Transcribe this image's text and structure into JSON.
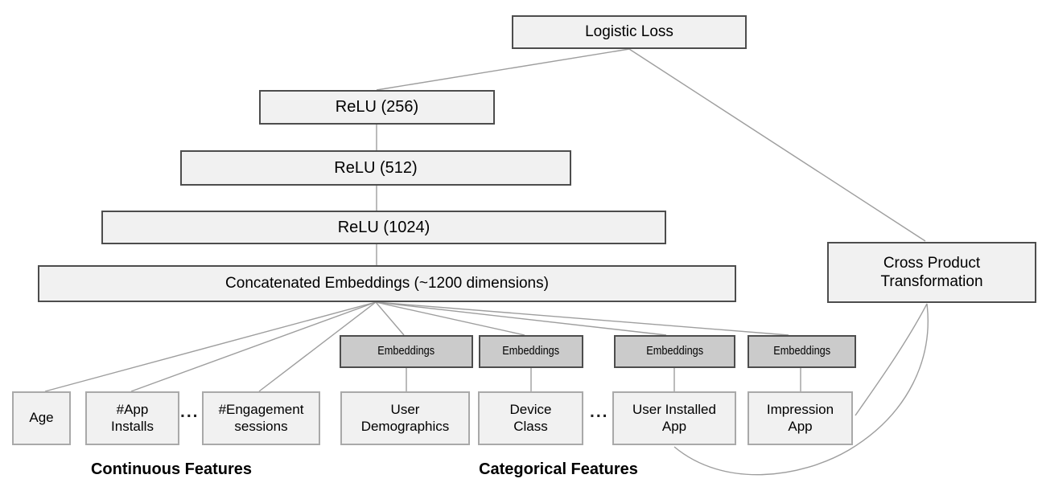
{
  "nodes": {
    "logistic_loss": "Logistic Loss",
    "relu_256": "ReLU (256)",
    "relu_512": "ReLU (512)",
    "relu_1024": "ReLU (1024)",
    "concatenated_embeddings": "Concatenated Embeddings (~1200 dimensions)",
    "cross_product_transformation": "Cross Product Transformation",
    "embeddings": "Embeddings",
    "age": "Age",
    "app_installs": "#App Installs",
    "engagement_sessions": "#Engagement sessions",
    "user_demographics": "User Demographics",
    "device_class": "Device Class",
    "user_installed_app": "User Installed App",
    "impression_app": "Impression App"
  },
  "ellipsis": "...",
  "group_labels": {
    "continuous": "Continuous Features",
    "categorical": "Categorical Features"
  },
  "colors": {
    "background": "#ffffff",
    "node_fill_light": "#f1f1f1",
    "node_fill_embeddings": "#cbcbcb",
    "node_border_dark": "#4d4d4d",
    "node_border_light": "#a9a9a9",
    "edge": "#9e9e9e",
    "text": "#000000"
  }
}
